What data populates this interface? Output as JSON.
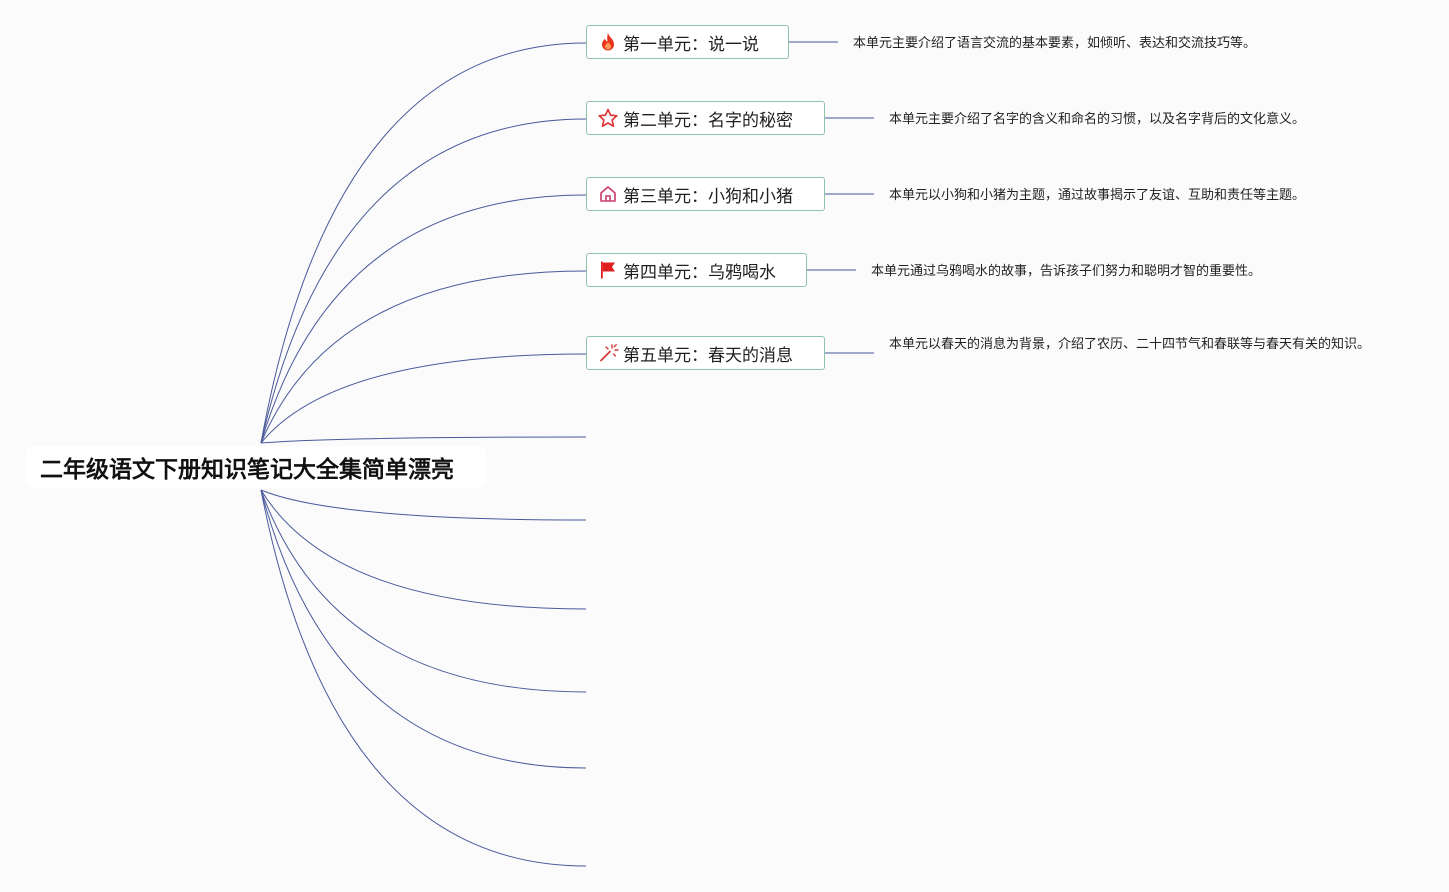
{
  "root": {
    "title": "二年级语文下册知识笔记大全集简单漂亮"
  },
  "units": [
    {
      "title": "第一单元：说一说",
      "icon": "fire-icon",
      "note": "本单元主要介绍了语言交流的基本要素，如倾听、表达和交流技巧等。"
    },
    {
      "title": "第二单元：名字的秘密",
      "icon": "star-icon",
      "note": "本单元主要介绍了名字的含义和命名的习惯，以及名字背后的文化意义。"
    },
    {
      "title": "第三单元：小狗和小猪",
      "icon": "home-icon",
      "note": "本单元以小狗和小猪为主题，通过故事揭示了友谊、互助和责任等主题。"
    },
    {
      "title": "第四单元：乌鸦喝水",
      "icon": "flag-icon",
      "note": "本单元通过乌鸦喝水的故事，告诉孩子们努力和聪明才智的重要性。"
    },
    {
      "title": "第五单元：春天的消息",
      "icon": "magic-wand-icon",
      "note": "本单元以春天的消息为背景，介绍了农历、二十四节气和春联等与春天有关的知识。"
    }
  ],
  "colors": {
    "branch_line": "#4a5a9a",
    "topic_border": "#8fc3aa",
    "fire": "#e8341c",
    "star": "#e03030",
    "home": "#cf3a6a",
    "flag": "#e02020",
    "wand": "#d23a3a"
  }
}
